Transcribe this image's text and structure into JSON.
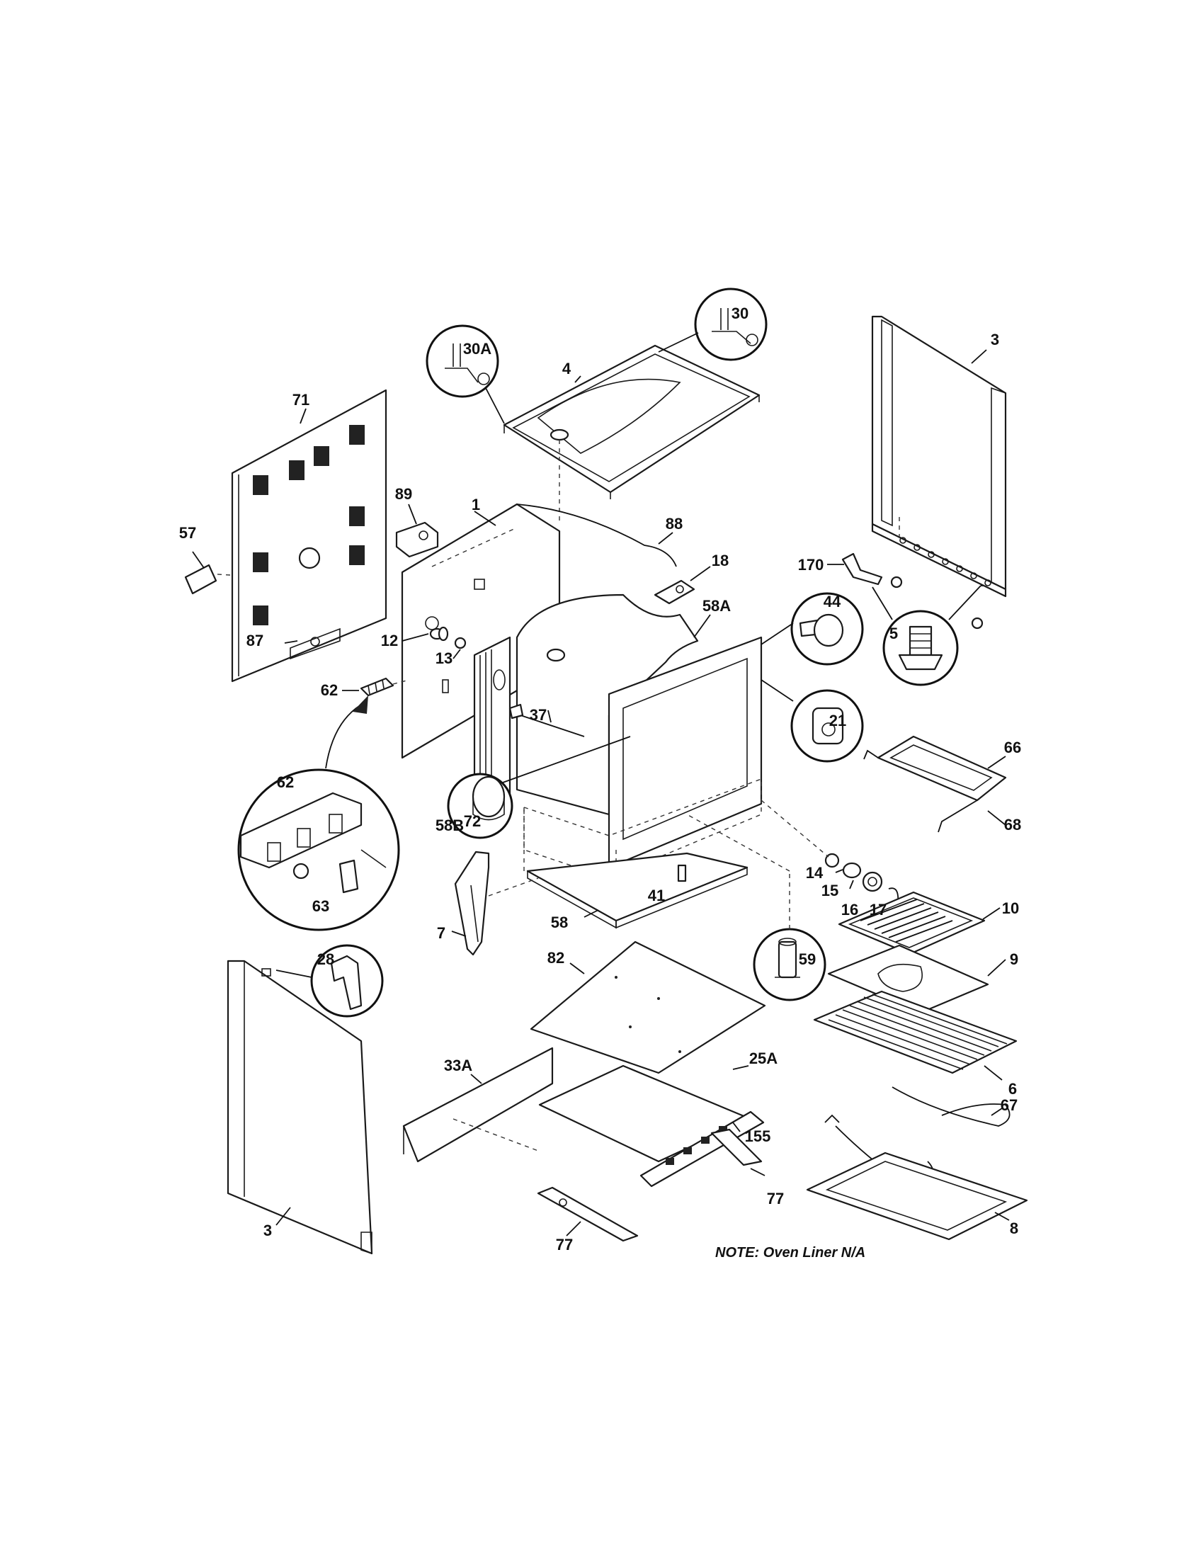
{
  "labels": {
    "p1": "1",
    "p3a": "3",
    "p3b": "3",
    "p4": "4",
    "p5": "5",
    "p6": "6",
    "p7": "7",
    "p8": "8",
    "p9": "9",
    "p10": "10",
    "p12": "12",
    "p13": "13",
    "p14": "14",
    "p15": "15",
    "p16": "16",
    "p17": "17",
    "p18": "18",
    "p21": "21",
    "p25a": "25A",
    "p28": "28",
    "p30": "30",
    "p30a": "30A",
    "p33a": "33A",
    "p37": "37",
    "p41": "41",
    "p44": "44",
    "p57": "57",
    "p58": "58",
    "p58a": "58A",
    "p58b": "58B",
    "p59": "59",
    "p62a": "62",
    "p62b": "62",
    "p63": "63",
    "p66": "66",
    "p67": "67",
    "p68": "68",
    "p71": "71",
    "p72": "72",
    "p77a": "77",
    "p77b": "77",
    "p82": "82",
    "p87": "87",
    "p88": "88",
    "p89": "89",
    "p155": "155",
    "p170": "170"
  },
  "note": "NOTE:  Oven Liner N/A"
}
